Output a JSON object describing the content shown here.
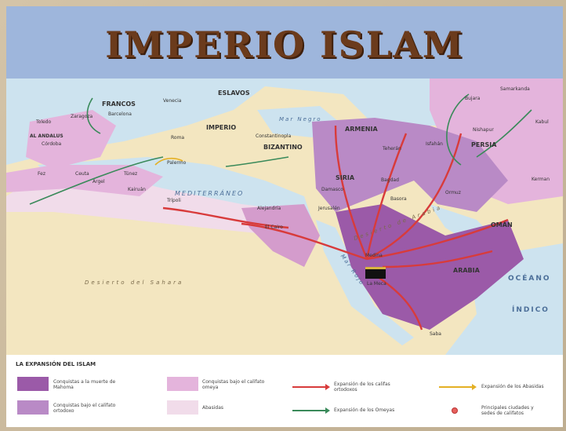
{
  "title": "IMPERIO ISLAM",
  "colors": {
    "mahoma": "#9b5aa8",
    "ortodoxos": "#b98ac6",
    "omeya": "#e4b4dc",
    "abasidas": "#f1dcea",
    "sea": "#cde3ef",
    "land": "#f3e6c0",
    "red_arrow": "#d83b3b",
    "green_arrow": "#3a8a5a",
    "yellow_arrow": "#e4b024"
  },
  "map": {
    "regions": {
      "francos": "FRANCOS",
      "eslavos": "ESLAVOS",
      "imperio": "IMPERIO",
      "bizantino": "BIZANTINO",
      "armenia": "ARMENIA",
      "siria": "SIRIA",
      "persia": "PERSIA",
      "arabia": "ARABIA",
      "oman": "OMÁN",
      "al_andalus": "AL ANDALUS"
    },
    "seas": {
      "mar_negro": "Mar Negro",
      "mediterraneo": "MEDITERRÁNEO",
      "mar_rojo": "Mar Rojo",
      "oceano": "OCÉANO",
      "indico": "ÍNDICO",
      "desierto_sahara": "Desierto del Sahara",
      "desierto_arabia": "Desierto de Arabia"
    },
    "cities": {
      "toledo": "Toledo",
      "cordoba": "Córdoba",
      "zaragoza": "Zaragoza",
      "barcelona": "Barcelona",
      "venecia": "Venecia",
      "roma": "Roma",
      "palermo": "Palermo",
      "tunez": "Túnez",
      "fez": "Fez",
      "ceuta": "Ceuta",
      "argel": "Argel",
      "kairuan": "Kairuán",
      "tripoli": "Trípoli",
      "constantinopla": "Constantinopla",
      "alejandria": "Alejandría",
      "el_cairo": "El Cairo",
      "damasco": "Damasco",
      "jerusalen": "Jerusalén",
      "bagdad": "Bagdad",
      "basora": "Basora",
      "medina": "Medina",
      "la_meca": "La Meca",
      "saba": "Saba",
      "bujara": "Bujara",
      "samarkanda": "Samarkanda",
      "kabul": "Kabul",
      "nishapur": "Nishapur",
      "teheran": "Teherán",
      "isfahan": "Isfahán",
      "kerman": "Kerman",
      "ormuz": "Ormuz"
    }
  },
  "legend": {
    "title": "LA EXPANSIÓN DEL ISLAM",
    "items": [
      "Conquistas a la muerte de Mahoma",
      "Conquistas bajo el califato ortodoxo",
      "Conquistas bajo el califato omeya",
      "Abasidas",
      "Expansión de los califas ortodoxos",
      "Expansión de los Omeyas",
      "Expansión de los Abasidas",
      "Principales ciudades y sedes de califatos"
    ]
  }
}
